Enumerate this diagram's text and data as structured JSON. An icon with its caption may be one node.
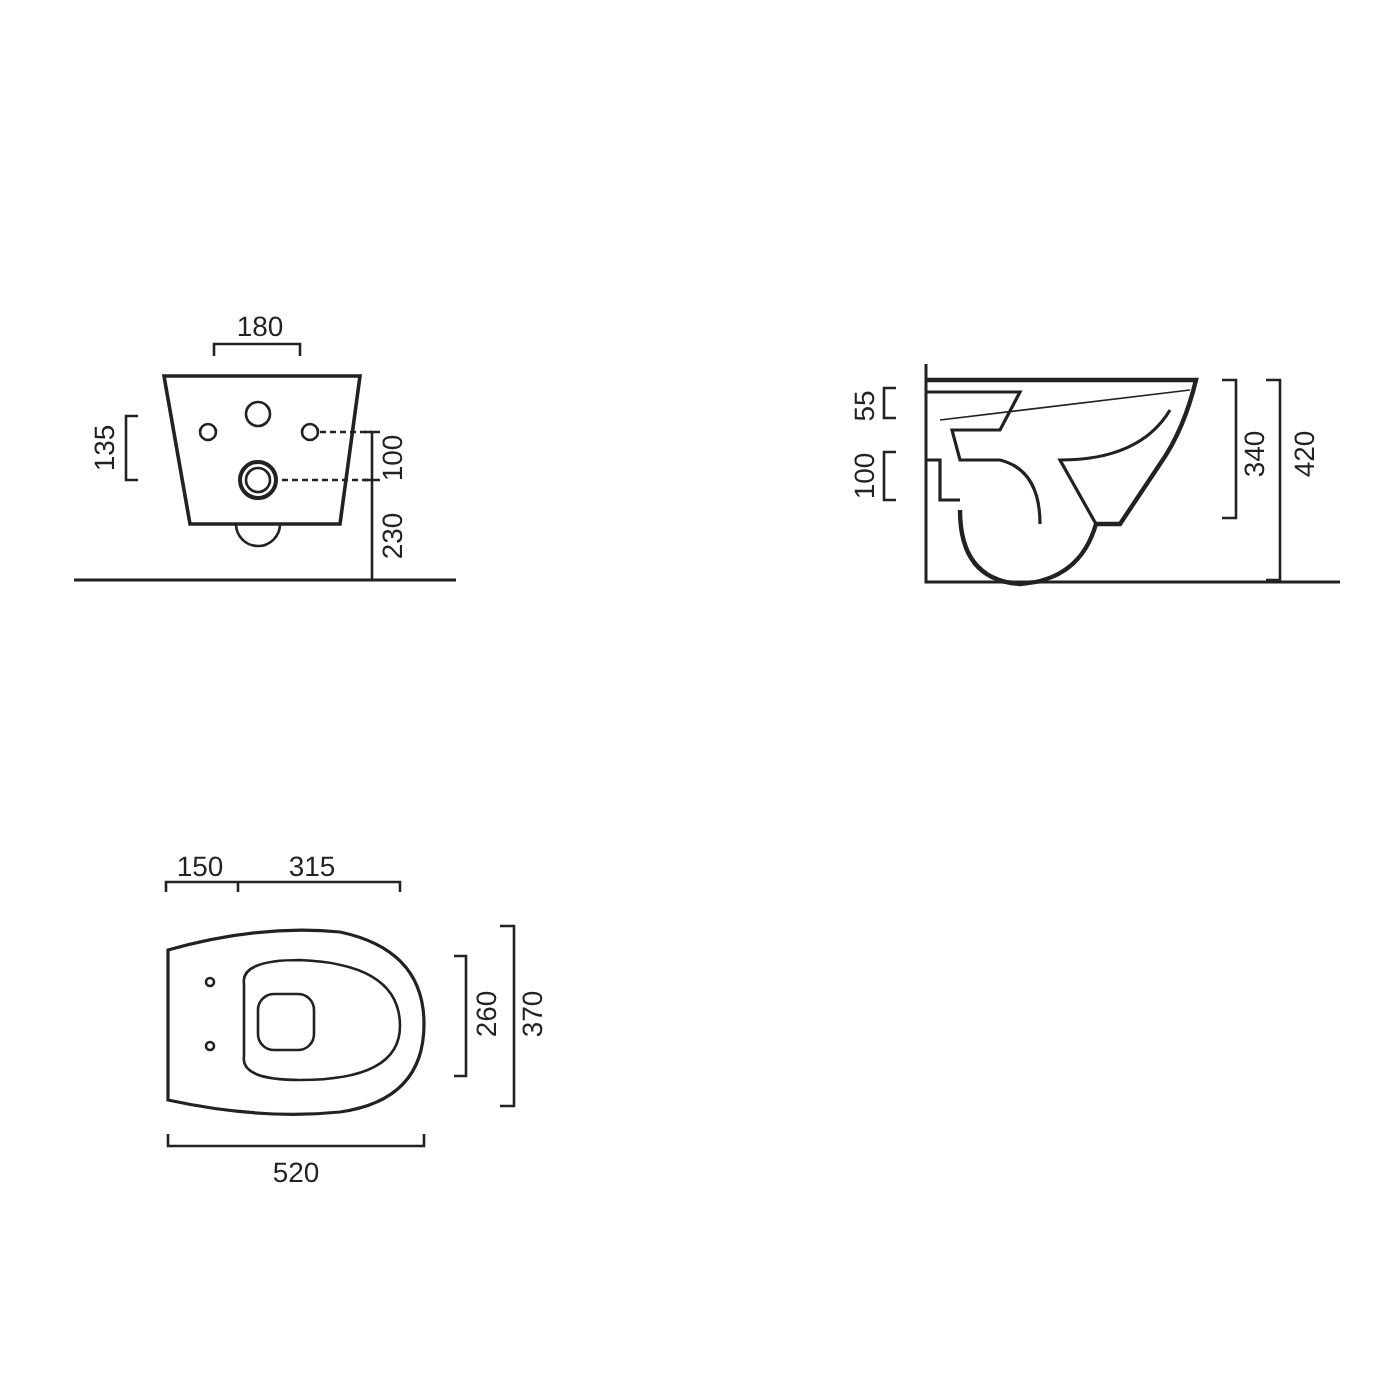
{
  "diagram": {
    "labels": [
      "180",
      "135",
      "100",
      "230",
      "55",
      "100",
      "340",
      "420",
      "150",
      "315",
      "260",
      "370",
      "520"
    ]
  }
}
